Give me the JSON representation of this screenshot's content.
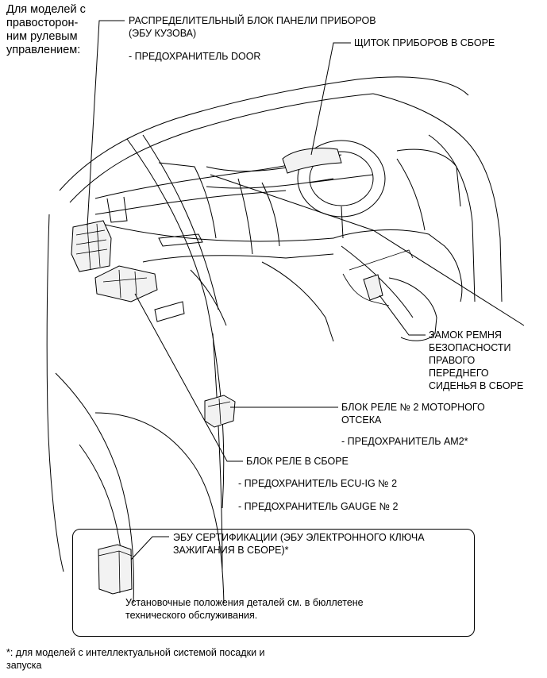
{
  "rhd_note": [
    "Для моделей с",
    "правосторон-",
    "ним рулевым",
    "управлением:"
  ],
  "instrument_panel_junction_block": {
    "title_line1": "РАСПРЕДЕЛИТЕЛЬНЫЙ БЛОК ПАНЕЛИ ПРИБОРОВ",
    "title_line2": "(ЭБУ КУЗОВА)",
    "fuse": "- ПРЕДОХРАНИТЕЛЬ DOOR"
  },
  "combination_meter": "ЩИТОК ПРИБОРОВ В СБОРЕ",
  "seat_belt_buckle": [
    "ЗАМОК РЕМНЯ",
    "БЕЗОПАСНОСТИ",
    "ПРАВОГО",
    "ПЕРЕДНЕГО",
    "СИДЕНЬЯ В СБОРЕ"
  ],
  "engine_room_relay_block": {
    "title_line1": "БЛОК РЕЛЕ № 2 МОТОРНОГО",
    "title_line2": "ОТСЕКА",
    "fuse": "- ПРЕДОХРАНИТЕЛЬ AM2*"
  },
  "relay_block": {
    "title": "БЛОК РЕЛЕ В СБОРЕ",
    "fuse1": "- ПРЕДОХРАНИТЕЛЬ ECU-IG № 2",
    "fuse2": "- ПРЕДОХРАНИТЕЛЬ GAUGE № 2"
  },
  "certification_ecu": {
    "title_line1": "ЭБУ СЕРТИФИКАЦИИ (ЭБУ ЭЛЕКТРОННОГО КЛЮЧА",
    "title_line2": "ЗАЖИГАНИЯ В СБОРЕ)*",
    "note_line1": "Установочные положения деталей см. в бюллетене",
    "note_line2": "технического обслуживания."
  },
  "footnote": [
    "*: для моделей с интеллектуальной системой посадки и",
    "запуска"
  ]
}
